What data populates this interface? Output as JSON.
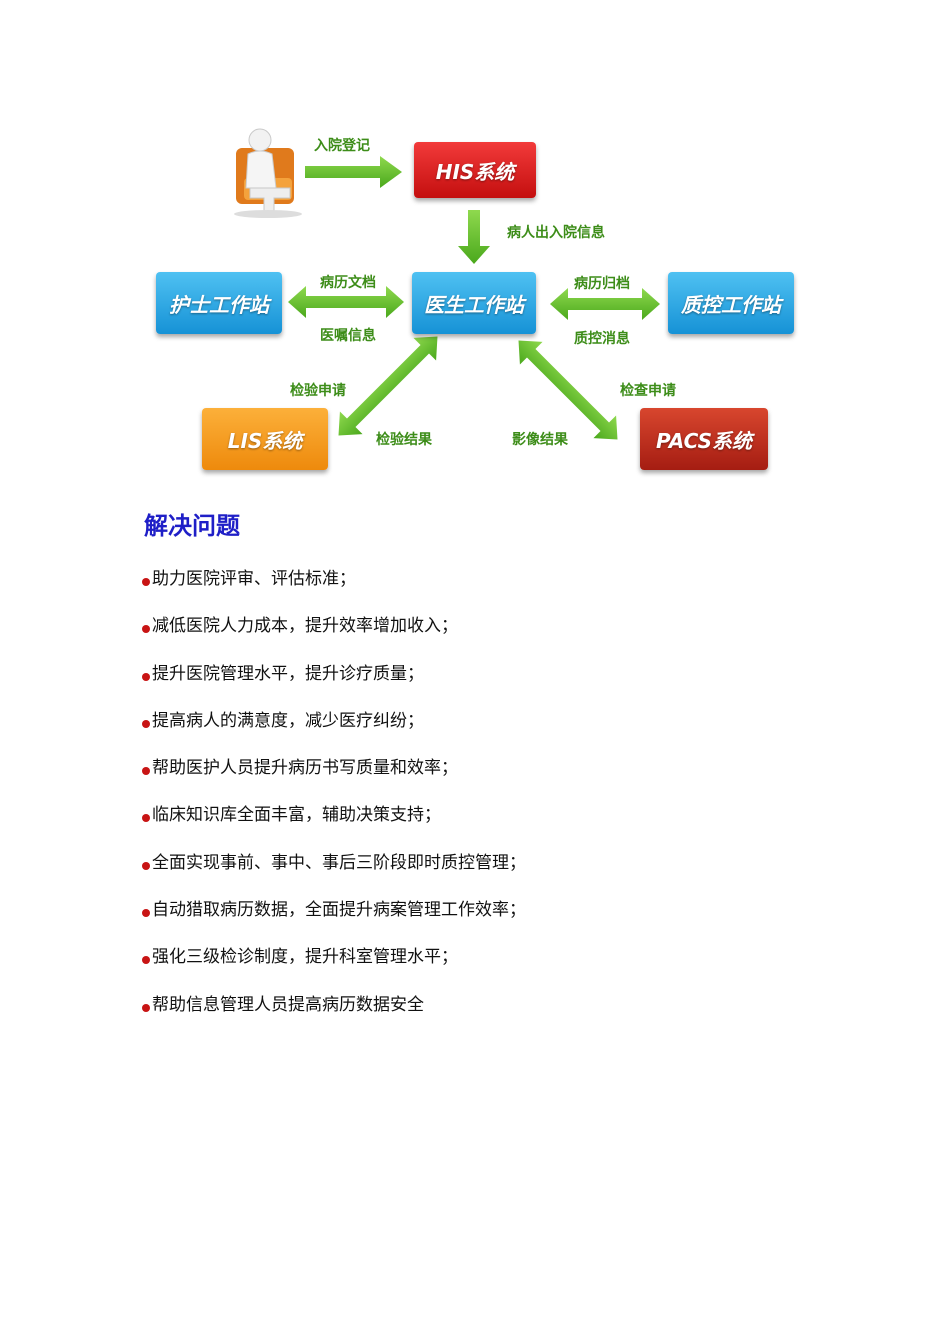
{
  "diagram": {
    "nodes": {
      "his": "HIS系统",
      "doctor": "医生工作站",
      "nurse": "护士工作站",
      "qc": "质控工作站",
      "lis": "LIS系统",
      "pacs": "PACS系统"
    },
    "labels": {
      "admission": "入院登记",
      "patient_inout": "病人出入院信息",
      "record_doc": "病历文档",
      "order_info": "医嘱信息",
      "record_archive": "病历归档",
      "qc_message": "质控消息",
      "lab_request": "检验申请",
      "lab_result": "检验结果",
      "exam_request": "检查申请",
      "image_result": "影像结果"
    }
  },
  "section": {
    "title": "解决问题",
    "items": [
      "助力医院评审、评估标准；",
      "减低医院人力成本，提升效率增加收入；",
      "提升医院管理水平，提升诊疗质量；",
      "提高病人的满意度，减少医疗纠纷；",
      "帮助医护人员提升病历书写质量和效率；",
      "临床知识库全面丰富，辅助决策支持；",
      "全面实现事前、事中、事后三阶段即时质控管理；",
      "自动猎取病历数据，全面提升病案管理工作效率；",
      "强化三级检诊制度，提升科室管理水平；",
      "帮助信息管理人员提高病历数据安全"
    ]
  },
  "colors": {
    "heading": "#1f1fc7",
    "bullet": "#c81414",
    "arrow": "#6cc22e",
    "label": "#3d8d19"
  }
}
